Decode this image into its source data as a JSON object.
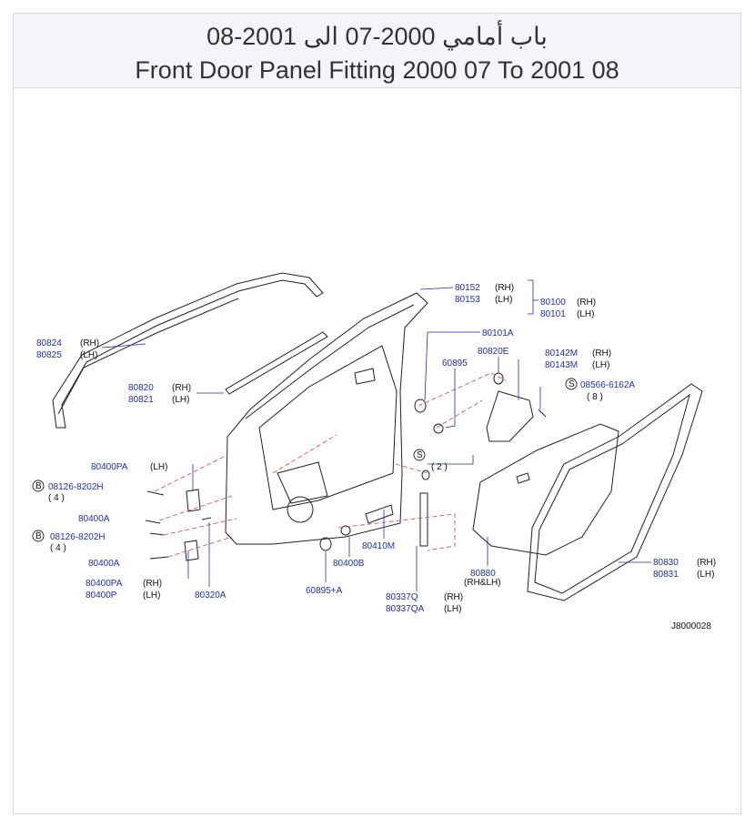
{
  "header": {
    "title_ar": "باب أمامي 2000-07 الى 2001-08",
    "title_en": "Front Door Panel Fitting 2000 07 To 2001 08"
  },
  "diagram": {
    "code": "J8000028",
    "labels": {
      "p80152": "80152",
      "p80153": "80153",
      "rh1": "(RH)",
      "lh1": "(LH)",
      "p80100": "80100",
      "p80101": "80101",
      "rh2": "(RH)",
      "lh2": "(LH)",
      "p80101A": "80101A",
      "p80824": "80824",
      "p80825": "80825",
      "rh3": "(RH)",
      "lh3": "(LH)",
      "p80820E": "80820E",
      "p80142M": "80142M",
      "p80143M": "80143M",
      "rh4": "(RH)",
      "lh4": "(LH)",
      "p60895": "60895",
      "p08566": "08566-6162A",
      "q8": "( 8 )",
      "s1": "S",
      "p80820": "80820",
      "p80821": "80821",
      "rh5": "(RH)",
      "lh5": "(LH)",
      "p80400PAtop": "80400PA",
      "lh6": "(LH)",
      "p08126a": "08126-8202H",
      "q4a": "( 4 )",
      "b1": "B",
      "p08126b": "08126-8202H",
      "q4b": "( 4 )",
      "b2": "B",
      "p80400A1": "80400A",
      "p80400A2": "80400A",
      "p80400PA": "80400PA",
      "p80400P": "80400P",
      "rh7": "(RH)",
      "lh7": "(LH)",
      "p80320A": "80320A",
      "p60895A": "60895+A",
      "p80400B": "80400B",
      "p80410M": "80410M",
      "q2": "( 2 )",
      "s2": "S",
      "p80337Q": "80337Q",
      "p80337QA": "80337QA",
      "rh8": "(RH)",
      "lh8": "(LH)",
      "p80880": "80880",
      "rhlh": "(RH&LH)",
      "p80830": "80830",
      "p80831": "80831",
      "rh9": "(RH)",
      "lh9": "(LH)"
    }
  }
}
